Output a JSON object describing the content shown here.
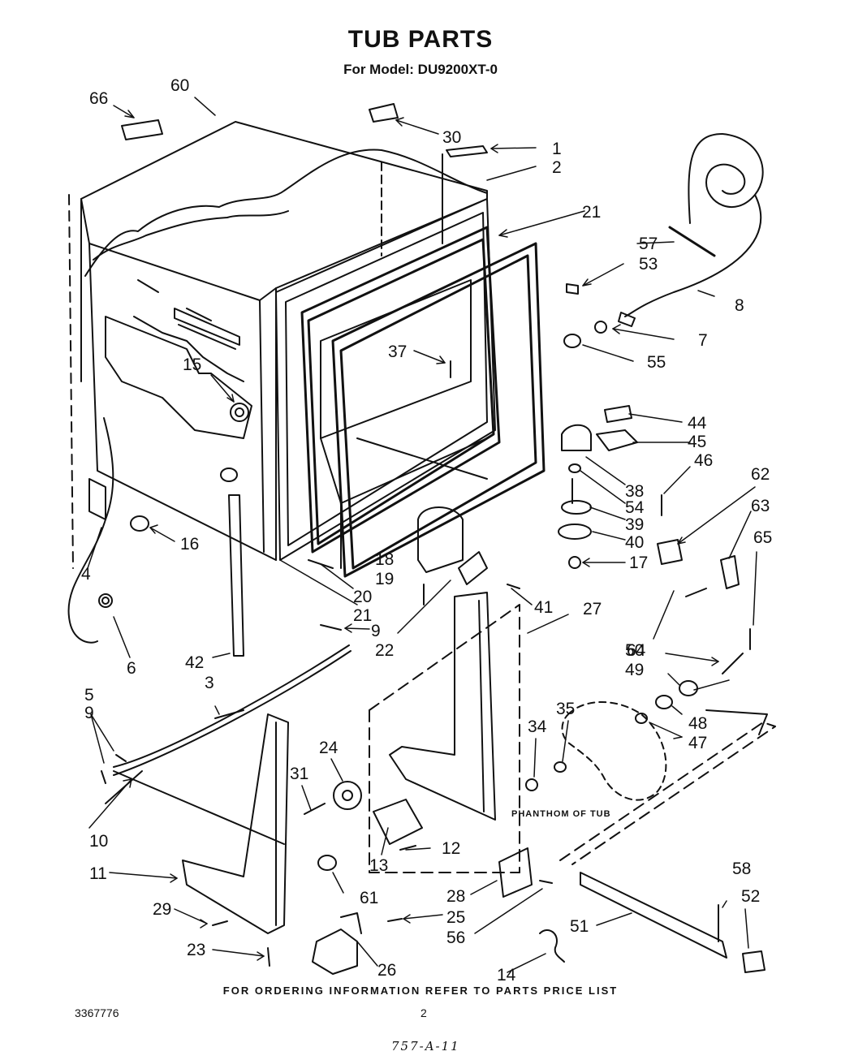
{
  "title": "TUB PARTS",
  "subtitle": "For Model: DU9200XT-0",
  "phantom_note": "PHANTHOM OF TUB",
  "footer": "FOR ORDERING INFORMATION REFER TO PARTS PRICE LIST",
  "doc_number": "3367776",
  "page_number": "2",
  "handwritten_code": "757-A-11",
  "callouts": [
    "66",
    "60",
    "30",
    "1",
    "2",
    "21",
    "57",
    "53",
    "8",
    "7",
    "55",
    "37",
    "15",
    "44",
    "45",
    "46",
    "62",
    "63",
    "65",
    "38",
    "54",
    "39",
    "40",
    "17",
    "18",
    "19",
    "20",
    "21",
    "41",
    "16",
    "4",
    "6",
    "9",
    "22",
    "27",
    "64",
    "50",
    "49",
    "48",
    "47",
    "42",
    "3",
    "5",
    "9",
    "34",
    "35",
    "24",
    "31",
    "10",
    "11",
    "12",
    "13",
    "61",
    "28",
    "58",
    "52",
    "29",
    "25",
    "56",
    "51",
    "23",
    "26",
    "14"
  ]
}
